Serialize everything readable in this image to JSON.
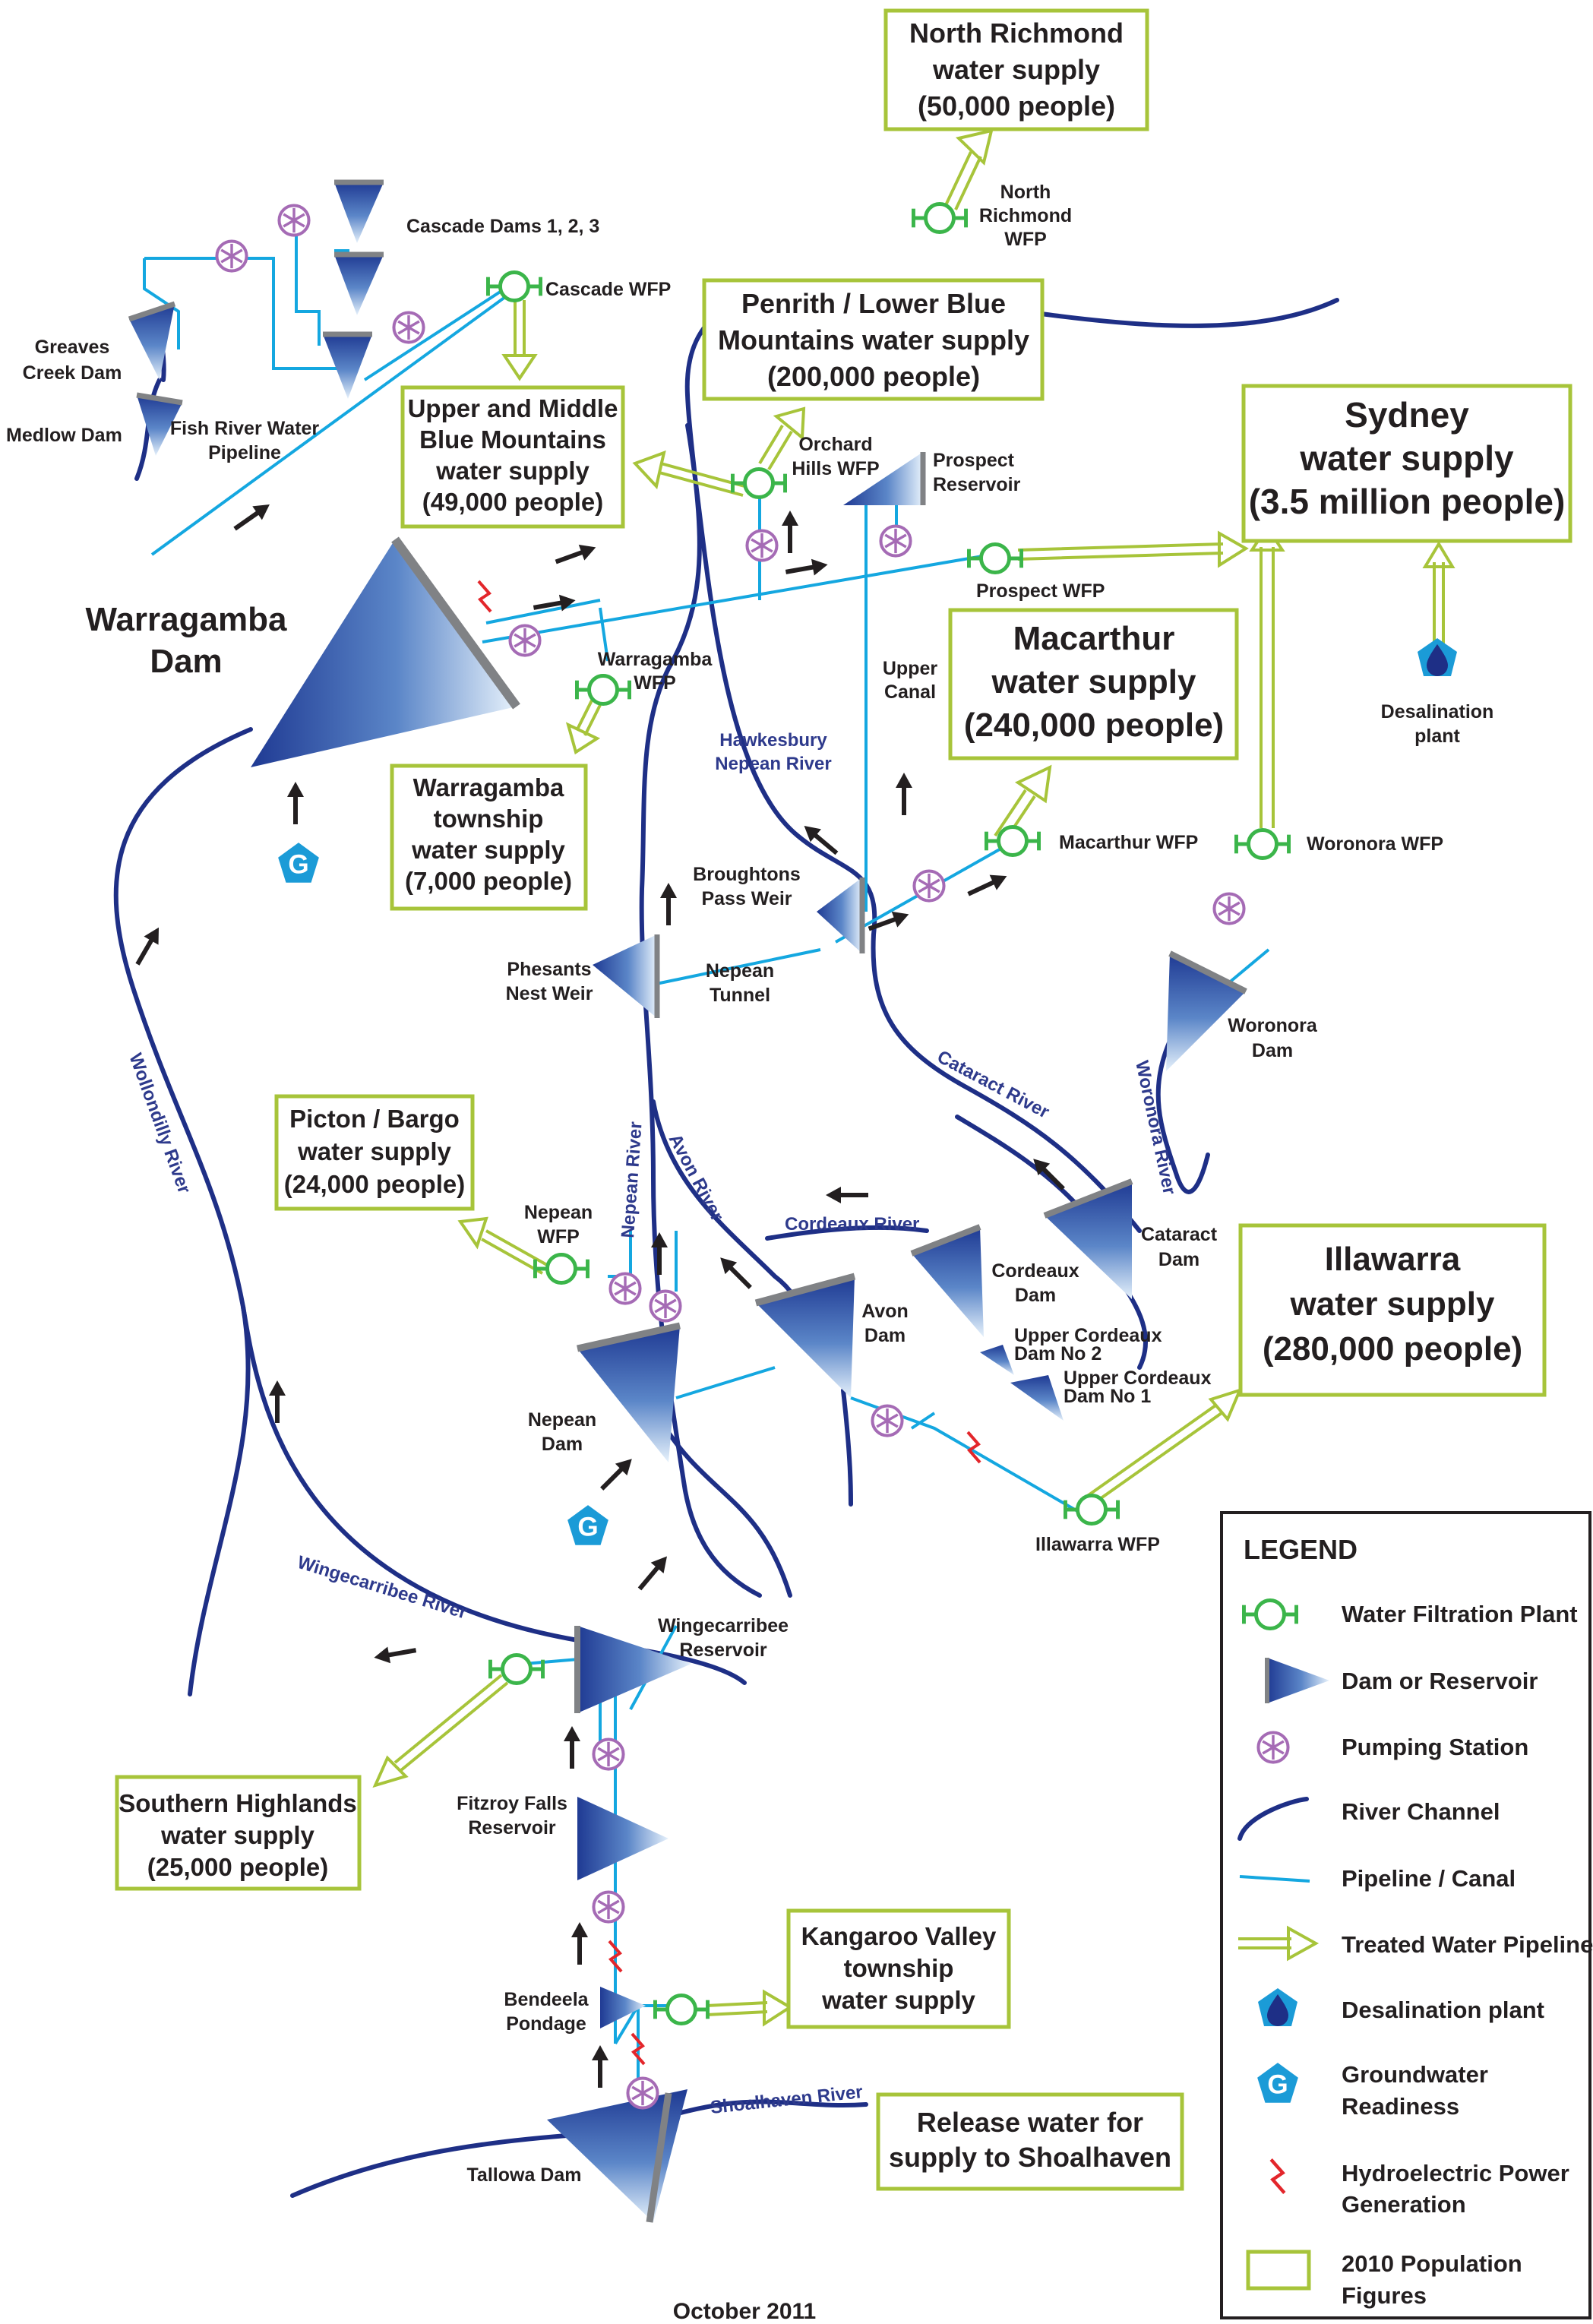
{
  "footer": "October 2011",
  "colors": {
    "river": "#1e2f86",
    "pipeline": "#14a7e0",
    "treated": "#a7c43a",
    "pump": "#a56bb5",
    "wfp": "#3bb54a",
    "hydro": "#e3262b",
    "groundwater": "#1b9bd7"
  },
  "supply_boxes": [
    {
      "id": "north-richmond",
      "lines": [
        "North Richmond",
        "water supply",
        "(50,000 people)"
      ]
    },
    {
      "id": "penrith",
      "lines": [
        "Penrith / Lower Blue",
        "Mountains water supply",
        "(200,000 people)"
      ]
    },
    {
      "id": "upper-blue",
      "lines": [
        "Upper and Middle",
        "Blue Mountains",
        "water supply",
        "(49,000 people)"
      ]
    },
    {
      "id": "sydney",
      "lines": [
        "Sydney",
        "water supply",
        "(3.5 million people)"
      ]
    },
    {
      "id": "macarthur",
      "lines": [
        "Macarthur",
        "water supply",
        "(240,000 people)"
      ]
    },
    {
      "id": "warragamba-township",
      "lines": [
        "Warragamba",
        "township",
        "water supply",
        "(7,000 people)"
      ]
    },
    {
      "id": "picton",
      "lines": [
        "Picton / Bargo",
        "water supply",
        "(24,000 people)"
      ]
    },
    {
      "id": "illawarra",
      "lines": [
        "Illawarra",
        "water supply",
        "(280,000 people)"
      ]
    },
    {
      "id": "southern-highlands",
      "lines": [
        "Southern Highlands",
        "water supply",
        "(25,000 people)"
      ]
    },
    {
      "id": "kangaroo-valley",
      "lines": [
        "Kangaroo Valley",
        "township",
        "water supply"
      ]
    },
    {
      "id": "shoalhaven",
      "lines": [
        "Release water for",
        "supply to Shoalhaven"
      ]
    }
  ],
  "labels": {
    "cascade_dams": "Cascade Dams 1, 2, 3",
    "cascade_wfp": "Cascade WFP",
    "greaves_1": "Greaves",
    "greaves_2": "Creek Dam",
    "medlow": "Medlow Dam",
    "fish_river_1": "Fish River Water",
    "fish_river_2": "Pipeline",
    "warragamba_dam_1": "Warragamba",
    "warragamba_dam_2": "Dam",
    "nr_wfp_1": "North",
    "nr_wfp_2": "Richmond",
    "nr_wfp_3": "WFP",
    "orchard_1": "Orchard",
    "orchard_2": "Hills WFP",
    "prospect_res_1": "Prospect",
    "prospect_res_2": "Reservoir",
    "prospect_wfp": "Prospect WFP",
    "warragamba_wfp_1": "Warragamba",
    "warragamba_wfp_2": "WFP",
    "upper_canal_1": "Upper",
    "upper_canal_2": "Canal",
    "hawkesbury_1": "Hawkesbury",
    "hawkesbury_2": "Nepean River",
    "desal_1": "Desalination",
    "desal_2": "plant",
    "broughtons_1": "Broughtons",
    "broughtons_2": "Pass Weir",
    "macarthur_wfp": "Macarthur WFP",
    "woronora_wfp": "Woronora WFP",
    "phesants_1": "Phesants",
    "phesants_2": "Nest Weir",
    "nepean_tunnel_1": "Nepean",
    "nepean_tunnel_2": "Tunnel",
    "woronora_dam_1": "Woronora",
    "woronora_dam_2": "Dam",
    "cataract_river": "Cataract River",
    "woronora_river": "Woronora River",
    "wollondilly": "Wollondilly River",
    "nepean_river": "Nepean River",
    "avon_river": "Avon River",
    "cordeaux_river": "Cordeaux River",
    "nepean_wfp_1": "Nepean",
    "nepean_wfp_2": "WFP",
    "cataract_dam_1": "Cataract",
    "cataract_dam_2": "Dam",
    "cordeaux_dam_1": "Cordeaux",
    "cordeaux_dam_2": "Dam",
    "avon_dam_1": "Avon",
    "avon_dam_2": "Dam",
    "upper_cordeaux2_1": "Upper Cordeaux",
    "upper_cordeaux2_2": "Dam No 2",
    "upper_cordeaux1_1": "Upper Cordeaux",
    "upper_cordeaux1_2": "Dam No 1",
    "nepean_dam_1": "Nepean",
    "nepean_dam_2": "Dam",
    "illawarra_wfp": "Illawarra WFP",
    "wingecarribee_river": "Wingecarribee River",
    "wingecarribee_res_1": "Wingecarribee",
    "wingecarribee_res_2": "Reservoir",
    "fitzroy_1": "Fitzroy Falls",
    "fitzroy_2": "Reservoir",
    "bendeela_1": "Bendeela",
    "bendeela_2": "Pondage",
    "shoalhaven_river": "Shoalhaven River",
    "tallowa": "Tallowa Dam"
  },
  "legend": {
    "title": "LEGEND",
    "items": [
      {
        "icon": "wfp-icon",
        "label": [
          "Water Filtration Plant"
        ]
      },
      {
        "icon": "dam-icon",
        "label": [
          "Dam or Reservoir"
        ]
      },
      {
        "icon": "pump-icon",
        "label": [
          "Pumping Station"
        ]
      },
      {
        "icon": "river-icon",
        "label": [
          "River Channel"
        ]
      },
      {
        "icon": "pipeline-icon",
        "label": [
          "Pipeline / Canal"
        ]
      },
      {
        "icon": "treated-pipeline-icon",
        "label": [
          "Treated Water Pipeline"
        ]
      },
      {
        "icon": "desalination-icon",
        "label": [
          "Desalination plant"
        ]
      },
      {
        "icon": "groundwater-icon",
        "label": [
          "Groundwater",
          "Readiness"
        ]
      },
      {
        "icon": "hydro-icon",
        "label": [
          "Hydroelectric Power",
          "Generation"
        ]
      },
      {
        "icon": "population-box-icon",
        "label": [
          "2010 Population",
          "Figures"
        ]
      }
    ]
  }
}
